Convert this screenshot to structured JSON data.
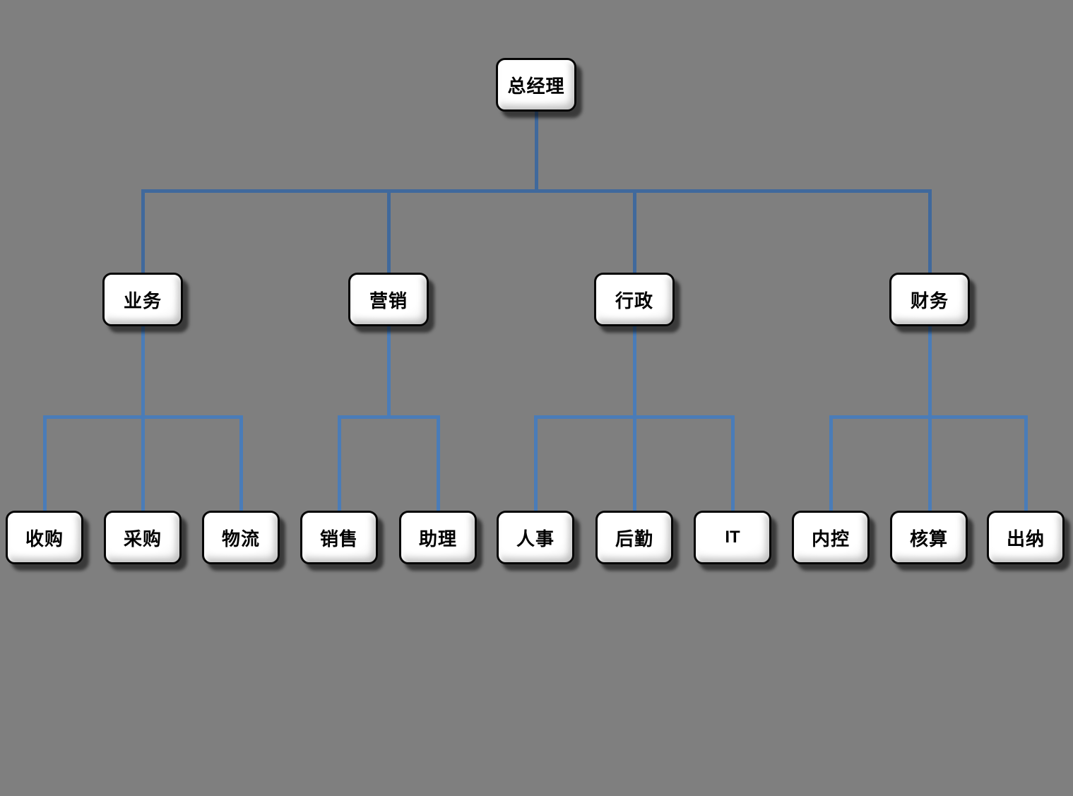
{
  "diagram": {
    "type": "org-chart",
    "background_color": "#7F7F7F",
    "node_fill": "#FFFFFF",
    "node_border_color": "#000000",
    "connector_colors": {
      "level1": "#40699C",
      "level2": "#4A7CB8"
    },
    "tree": {
      "label": "总经理",
      "children": [
        {
          "label": "业务",
          "children": [
            {
              "label": "收购"
            },
            {
              "label": "采购"
            },
            {
              "label": "物流"
            }
          ]
        },
        {
          "label": "营销",
          "children": [
            {
              "label": "销售"
            },
            {
              "label": "助理"
            }
          ]
        },
        {
          "label": "行政",
          "children": [
            {
              "label": "人事"
            },
            {
              "label": "后勤"
            },
            {
              "label": "IT"
            }
          ]
        },
        {
          "label": "财务",
          "children": [
            {
              "label": "内控"
            },
            {
              "label": "核算"
            },
            {
              "label": "出纳"
            }
          ]
        }
      ]
    }
  }
}
